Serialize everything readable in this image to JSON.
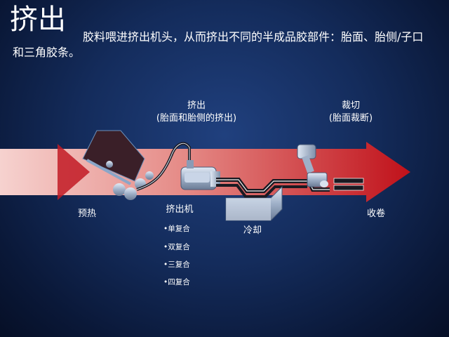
{
  "title": "挤出",
  "intro": "胶料喂进挤出机头，从而挤出不同的半成品胶部件：胎面、胎侧/子口和三角胶条。",
  "labels": {
    "extrusion_title": "挤出",
    "extrusion_desc": "(胎面和胎侧的挤出)",
    "cutting_title": "裁切",
    "cutting_desc": "(胎面裁断)",
    "preheat": "预热",
    "extruder": "挤出机",
    "cooling": "冷却",
    "winding": "收卷"
  },
  "extruder_types": [
    "•单复合",
    "•双复合",
    "•三复合",
    "•四复合"
  ],
  "colors": {
    "arrow_light": "#f3c7c4",
    "arrow_dark": "#c0111a",
    "hopper": "#3a1f28",
    "machine_metal": "#b9c6db",
    "rubber_strip": "#1a1a22"
  }
}
